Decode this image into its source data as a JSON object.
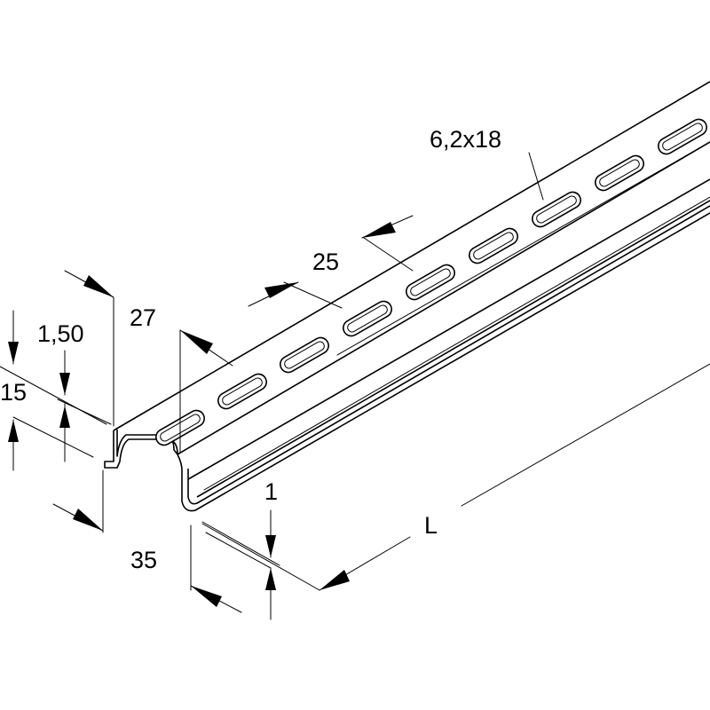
{
  "dimensions": {
    "slot_size": "6,2x18",
    "pitch": "25",
    "height": "27",
    "thickness_flange": "1,50",
    "flange_height": "15",
    "width": "35",
    "thickness": "1",
    "length": "L"
  }
}
